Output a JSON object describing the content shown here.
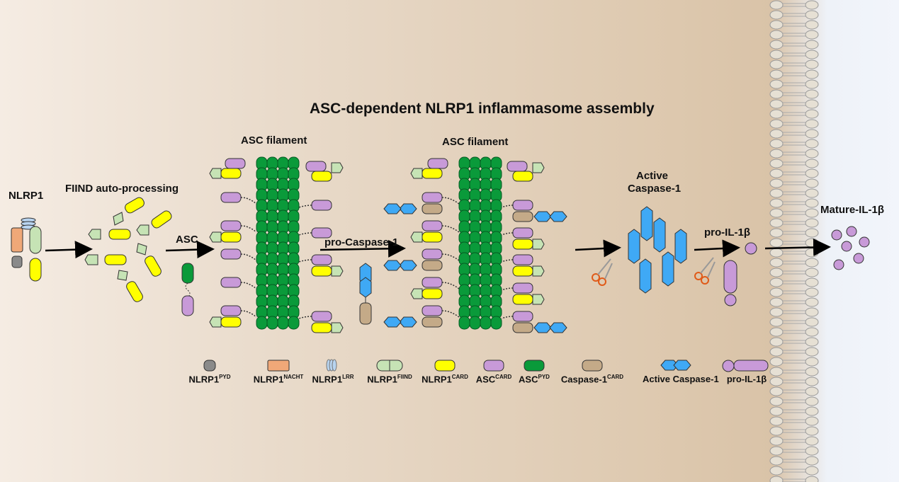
{
  "title": "ASC-dependent NLRP1 inflammasome assembly",
  "stages": {
    "nlrp1": "NLRP1",
    "fiind": "FIIND auto-processing",
    "asc": "ASC",
    "asc_filament_1": "ASC filament",
    "asc_filament_2": "ASC filament",
    "pro_caspase": "pro-Caspase-1",
    "active_caspase_line1": "Active",
    "active_caspase_line2": "Caspase-1",
    "pro_il": "pro-IL-1β",
    "mature_il": "Mature-IL-1β"
  },
  "legend": [
    {
      "name": "NLRP1",
      "sup": "PYD",
      "color": "#8a8a8a"
    },
    {
      "name": "NLRP1",
      "sup": "NACHT",
      "color": "#f0a878"
    },
    {
      "name": "NLRP1",
      "sup": "LRR",
      "color": "#b8d4f0"
    },
    {
      "name": "NLRP1",
      "sup": "FIIND",
      "color": "#c6e3b5"
    },
    {
      "name": "NLRP1",
      "sup": "CARD",
      "color": "#ffff00"
    },
    {
      "name": "ASC",
      "sup": "CARD",
      "color": "#c89ad8"
    },
    {
      "name": "ASC",
      "sup": "PYD",
      "color": "#0a9a3a"
    },
    {
      "name": "Caspase-1",
      "sup": "CARD",
      "color": "#c4aa88"
    },
    {
      "name": "Active Caspase-1",
      "sup": "",
      "color": "#3fa9f5"
    },
    {
      "name": "pro-IL-1β",
      "sup": "",
      "color": "#c89ad8"
    }
  ]
}
